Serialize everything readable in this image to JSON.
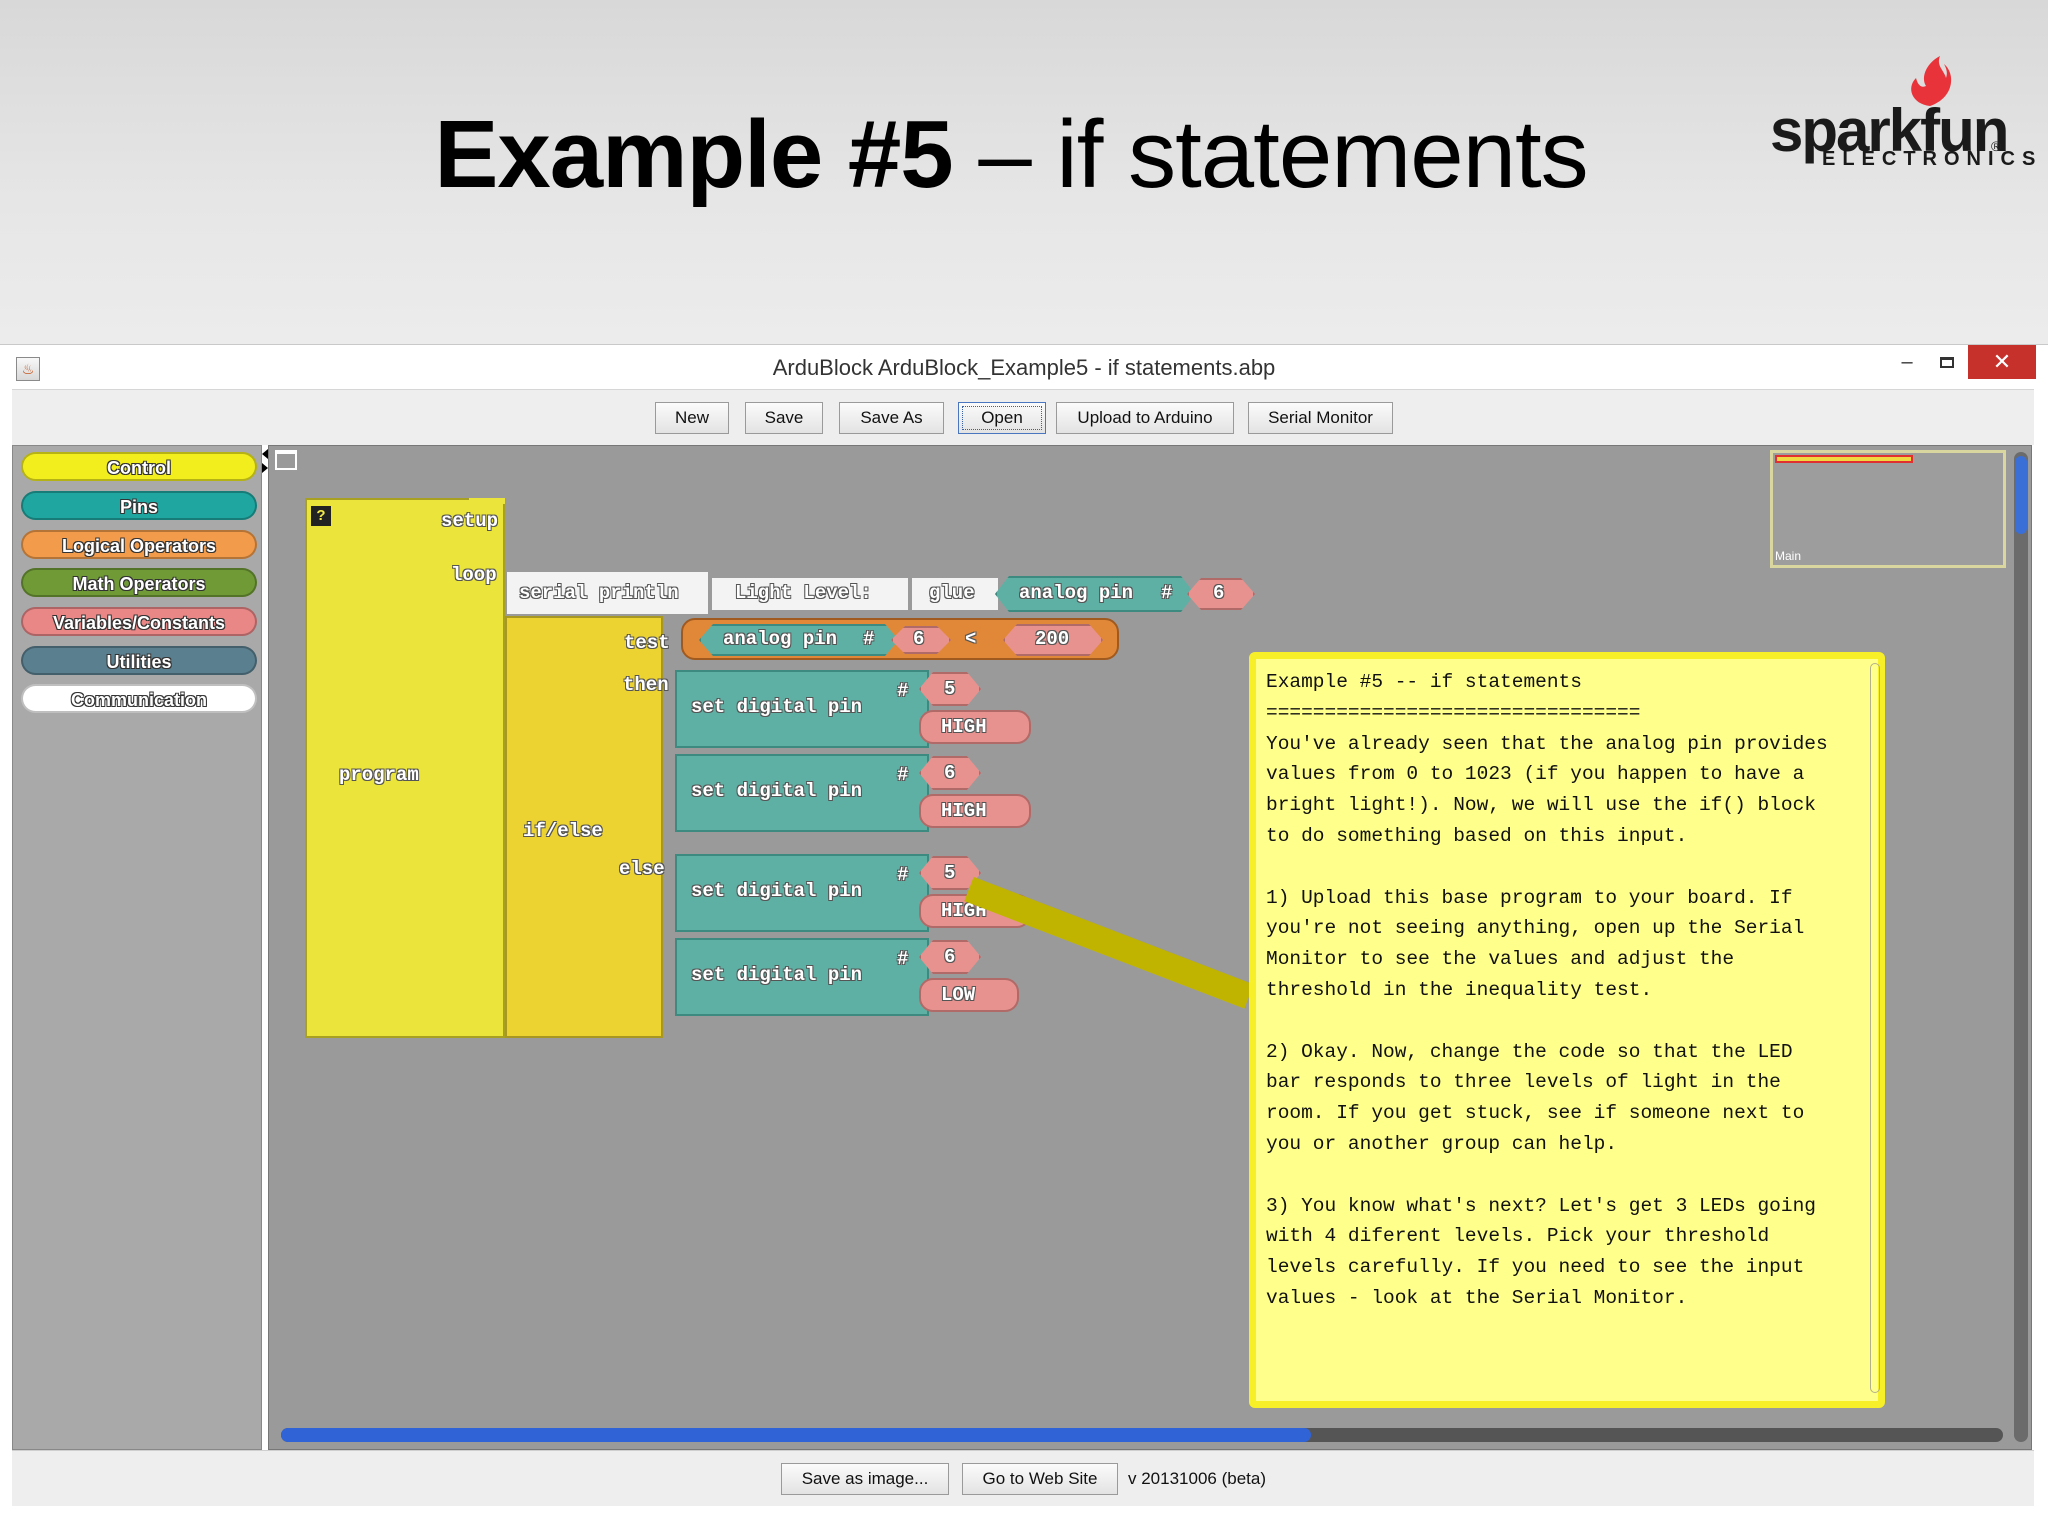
{
  "slide": {
    "title_bold": "Example #5",
    "title_rest": " – if statements",
    "logo_word": "sparkfun",
    "logo_sub": "ELECTRONICS",
    "logo_reg": "®"
  },
  "window": {
    "title": "ArduBlock ArduBlock_Example5 - if statements.abp",
    "min_glyph": "–",
    "close_glyph": "✕"
  },
  "toolbar": {
    "new": "New",
    "save": "Save",
    "save_as": "Save As",
    "open": "Open",
    "upload": "Upload to Arduino",
    "serial_monitor": "Serial Monitor"
  },
  "palette": {
    "items": [
      {
        "label": "Control",
        "color": "#f2ee1e"
      },
      {
        "label": "Pins",
        "color": "#1fa6a0"
      },
      {
        "label": "Logical Operators",
        "color": "#f29b4a"
      },
      {
        "label": "Math Operators",
        "color": "#6f9a36"
      },
      {
        "label": "Variables/Constants",
        "color": "#e98686"
      },
      {
        "label": "Utilities",
        "color": "#5a7f8f"
      },
      {
        "label": "Communication",
        "color": "#ffffff"
      }
    ]
  },
  "canvas": {
    "minimap_label": "Main",
    "program": {
      "help": "?",
      "label": "program",
      "setup": "setup",
      "loop": "loop"
    },
    "serial": {
      "label": "serial println",
      "message": "Light Level:",
      "glue": "glue",
      "analog_label": "analog pin",
      "hash": "#",
      "pin": "6"
    },
    "ifelse": {
      "label": "if/else",
      "test": "test",
      "then": "then",
      "else": "else",
      "cond_analog": "analog pin",
      "cond_hash": "#",
      "cond_pin": "6",
      "cond_op": "<",
      "cond_value": "200"
    },
    "digital_blocks": [
      {
        "label": "set digital pin",
        "hash": "#",
        "pin": "5",
        "value": "HIGH"
      },
      {
        "label": "set digital pin",
        "hash": "#",
        "pin": "6",
        "value": "HIGH"
      },
      {
        "label": "set digital pin",
        "hash": "#",
        "pin": "5",
        "value": "HIGH"
      },
      {
        "label": "set digital pin",
        "hash": "#",
        "pin": "6",
        "value": "LOW"
      }
    ],
    "comment": "Example #5 -- if statements\n================================\nYou've already seen that the analog pin provides\nvalues from 0 to 1023 (if you happen to have a\nbright light!). Now, we will use the if() block\nto do something based on this input.\n\n1) Upload this base program to your board. If\nyou're not seeing anything, open up the Serial\nMonitor to see the values and adjust the\nthreshold in the inequality test.\n\n2) Okay. Now, change the code so that the LED\nbar responds to three levels of light in the\nroom. If you get stuck, see if someone next to\nyou or another group can help.\n\n3) You know what's next? Let's get 3 LEDs going\nwith 4 diferent levels. Pick your threshold\nlevels carefully. If you need to see the input\nvalues - look at the Serial Monitor."
  },
  "bottombar": {
    "save_image": "Save as image...",
    "website": "Go to Web Site",
    "version": "v 20131006 (beta)"
  }
}
